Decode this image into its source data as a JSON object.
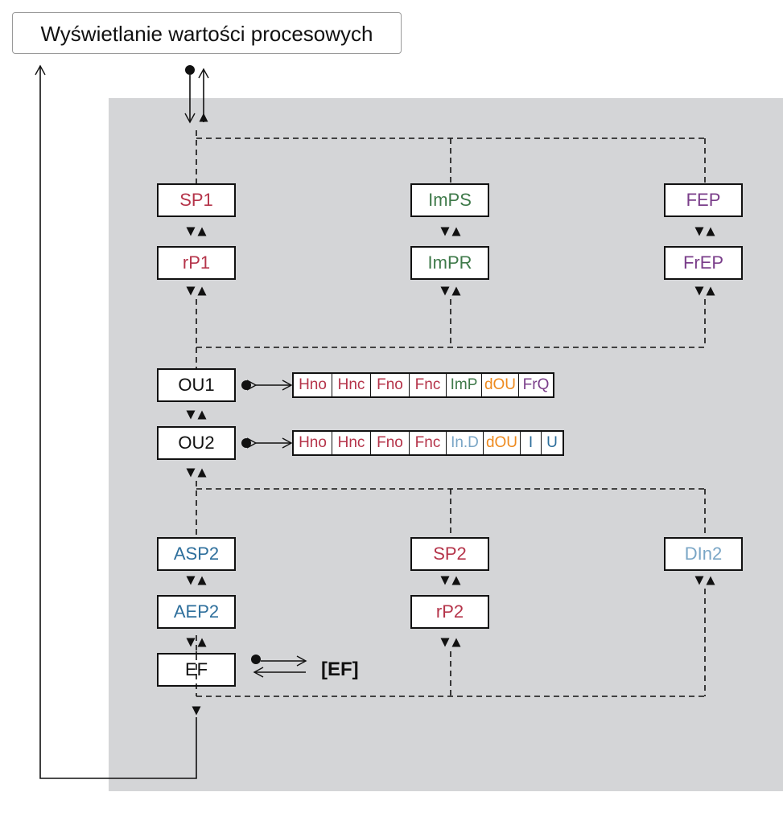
{
  "title": "Wyświetlanie wartości procesowych",
  "colors": {
    "red": "#b5344a",
    "green": "#3f7a4a",
    "purple": "#7a3e8a",
    "blue": "#2e6f9c",
    "lightblue": "#7aa6c6",
    "orange": "#ee8a1e",
    "black": "#111111"
  },
  "boxes": {
    "sp1": "SP1",
    "rp1": "rP1",
    "imps": "ImPS",
    "impr": "ImPR",
    "fep": "FEP",
    "frep": "FrEP",
    "ou1": "OU1",
    "ou2": "OU2",
    "asp2": "ASP2",
    "aep2": "AEP2",
    "sp2": "SP2",
    "rp2": "rP2",
    "din2": "DIn2",
    "ef": "EF"
  },
  "ou1_options": [
    "Hno",
    "Hnc",
    "Fno",
    "Fnc",
    "ImP",
    "dOU",
    "FrQ"
  ],
  "ou2_options": [
    "Hno",
    "Hnc",
    "Fno",
    "Fnc",
    "In.D",
    "dOU",
    "I",
    "U"
  ],
  "ef_target": "[EF]"
}
